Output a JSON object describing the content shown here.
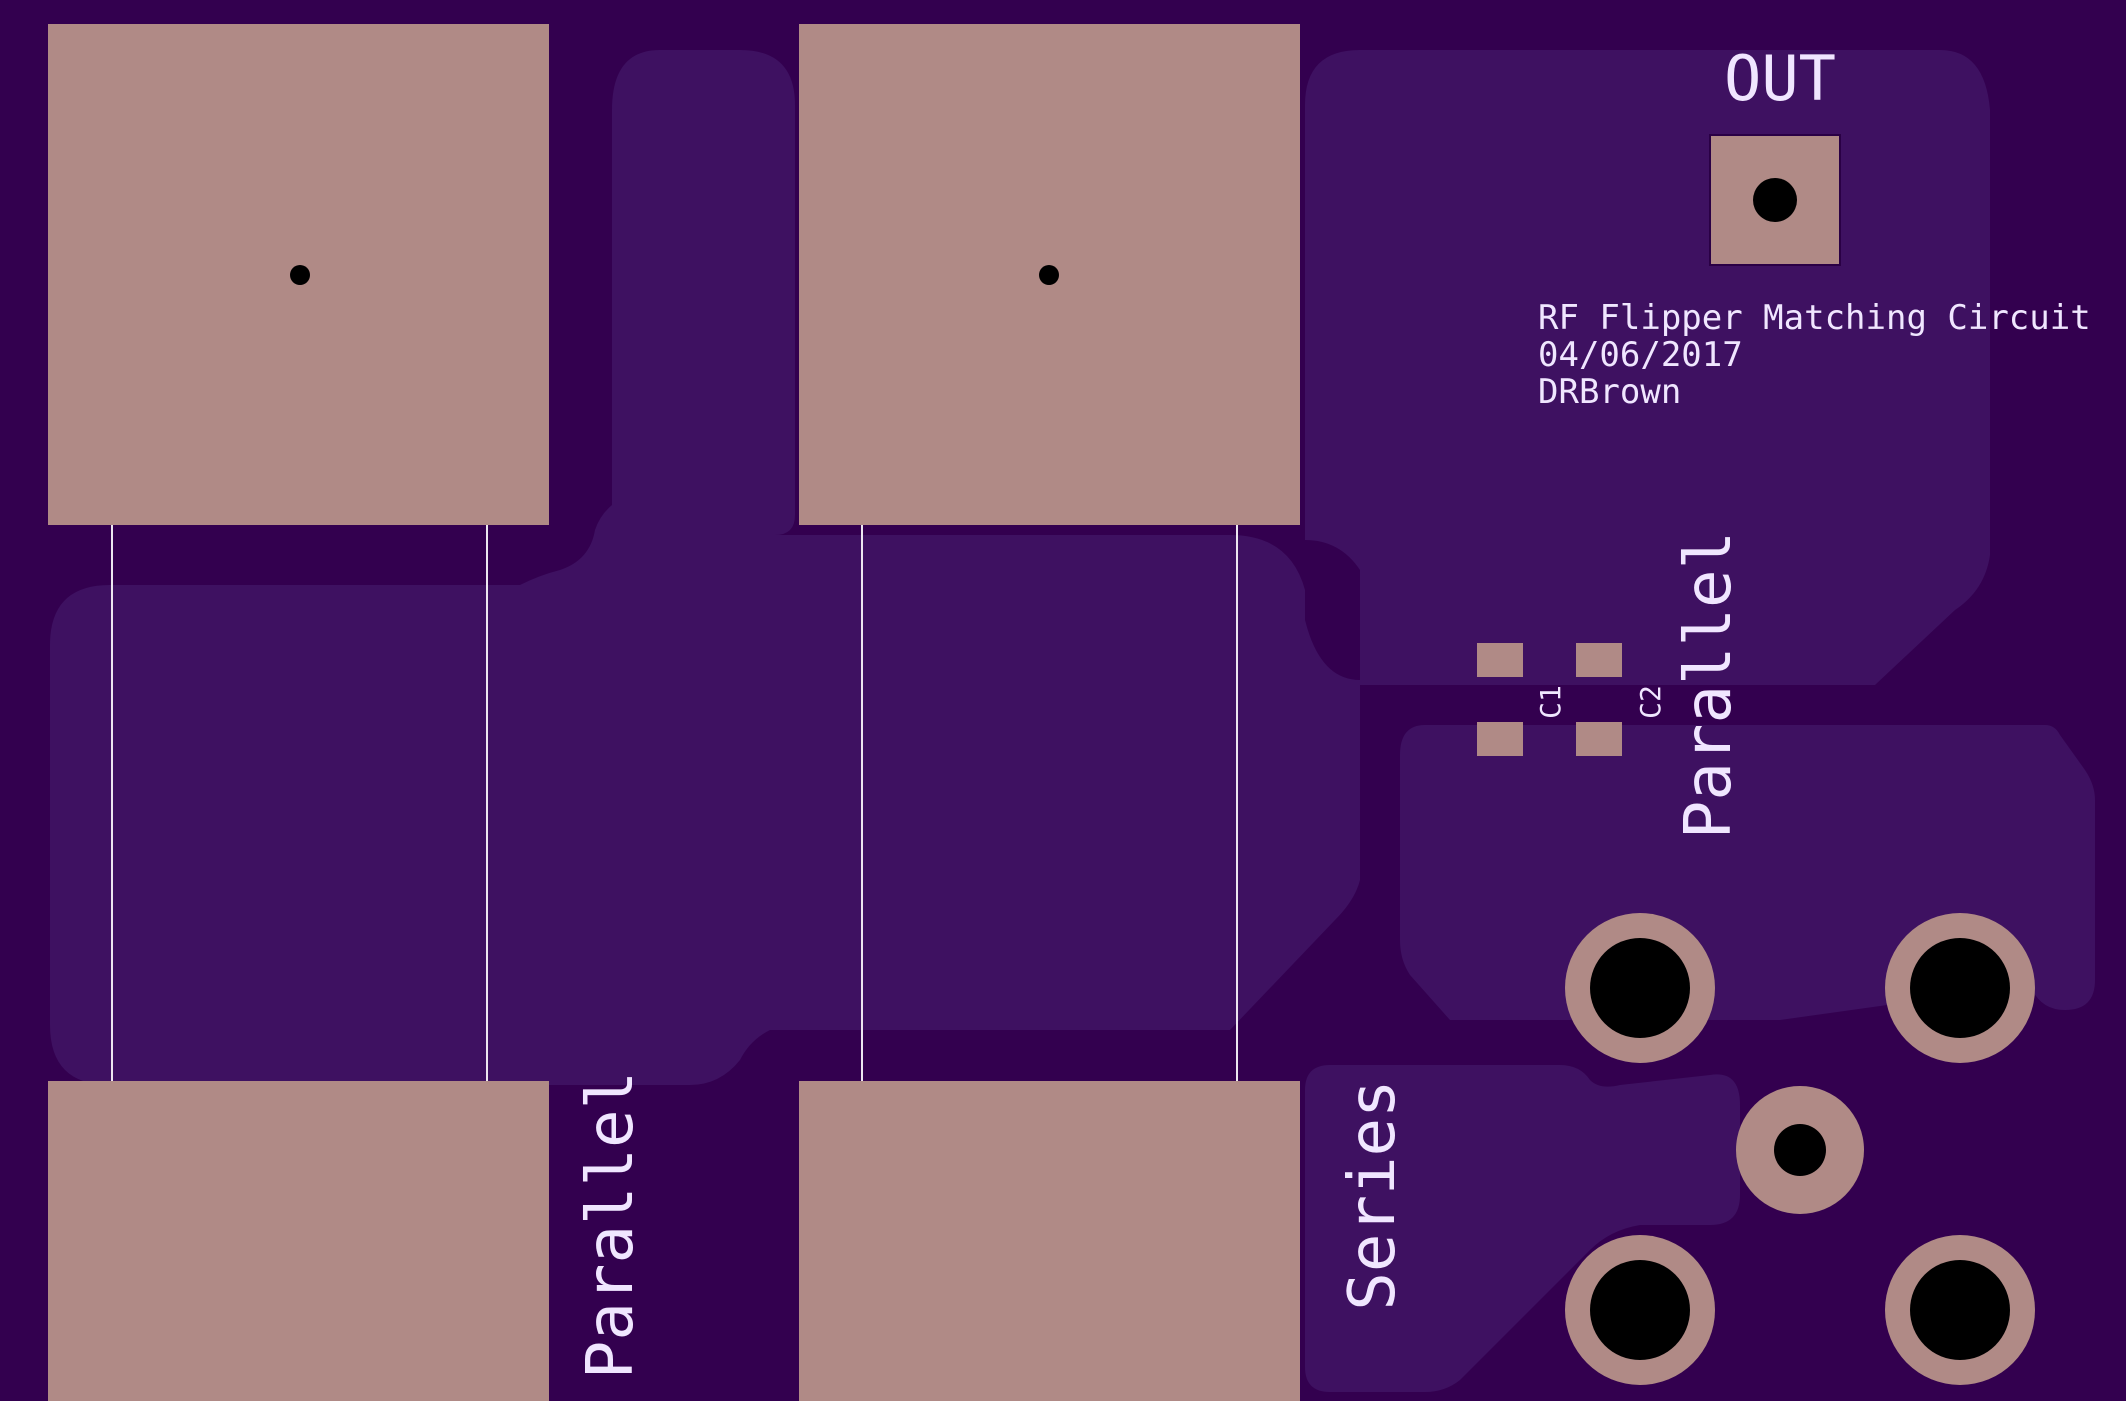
{
  "board": {
    "background_color": "#33004f",
    "copper_fill_color": "#3e1161",
    "pad_color": "#b08a86",
    "silkscreen_color": "#f0e6ff",
    "drill_color": "#000000"
  },
  "labels": {
    "out": "OUT",
    "title": "RF Flipper Matching Circuit",
    "date": "04/06/2017",
    "author": "DRBrown",
    "c1": "C1",
    "c2": "C2",
    "parallel_right": "Parallel",
    "parallel_left": "Parallel",
    "series": "Series"
  }
}
